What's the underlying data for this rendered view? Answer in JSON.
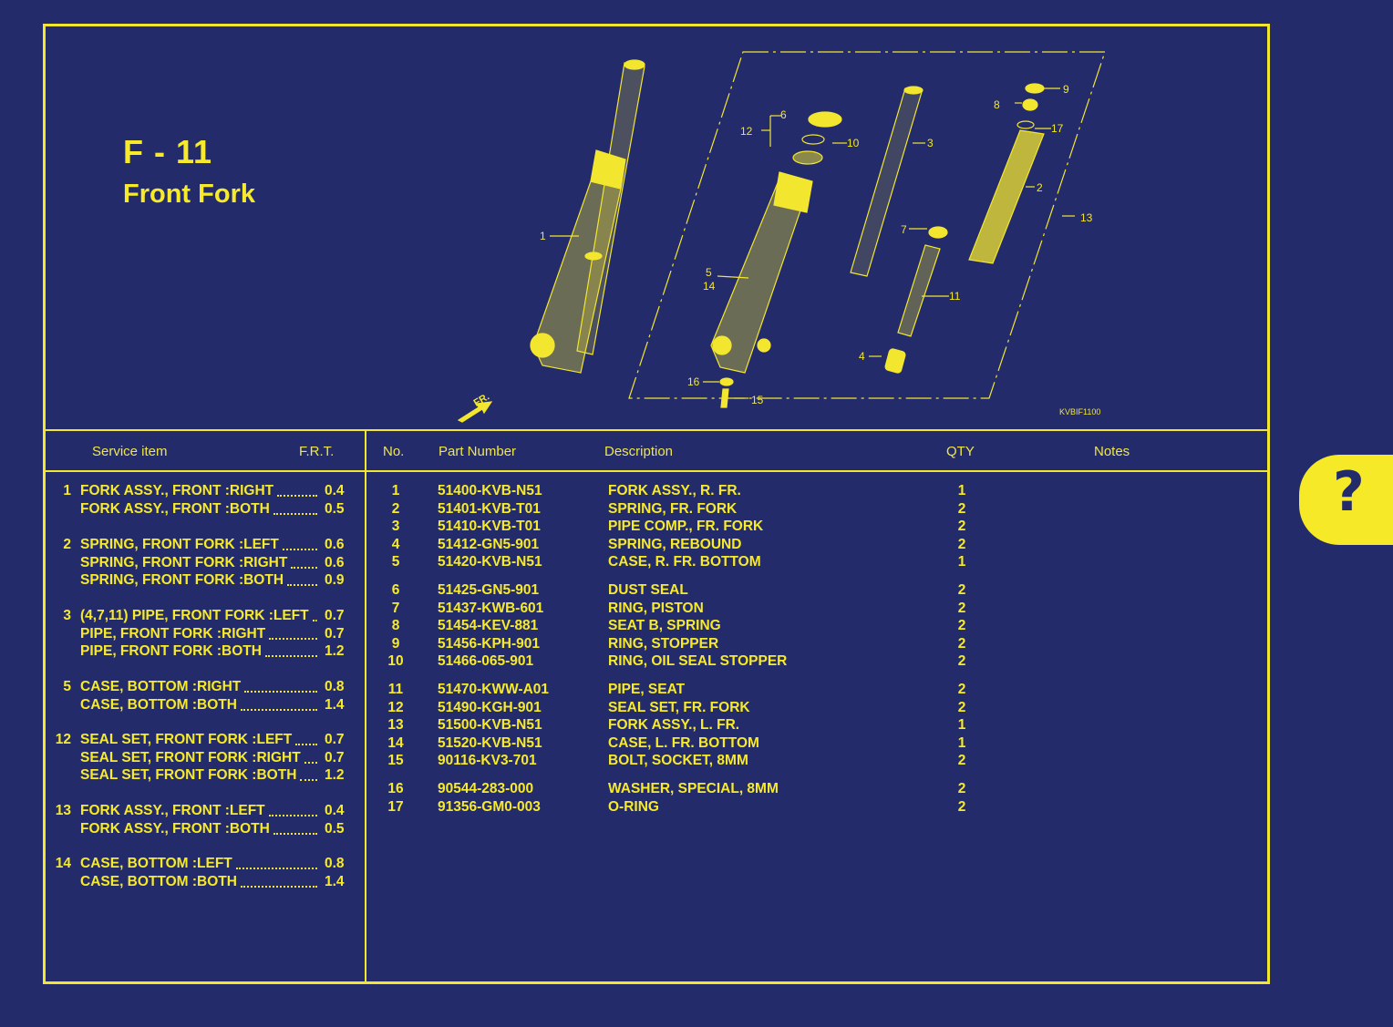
{
  "page": {
    "code": "F - 11",
    "title": "Front Fork",
    "diagram_ref": "KVBIF1100",
    "fr_label": "FR."
  },
  "diagram_callouts": [
    "1",
    "2",
    "3",
    "4",
    "5",
    "6",
    "7",
    "8",
    "9",
    "10",
    "11",
    "12",
    "13",
    "14",
    "15",
    "16",
    "17"
  ],
  "service_headers": {
    "item": "Service item",
    "frt": "F.R.T."
  },
  "service_groups": [
    {
      "num": "1",
      "lines": [
        {
          "name": "FORK ASSY., FRONT :RIGHT",
          "frt": "0.4"
        },
        {
          "name": "FORK ASSY., FRONT :BOTH",
          "frt": "0.5"
        }
      ]
    },
    {
      "num": "2",
      "lines": [
        {
          "name": "SPRING, FRONT FORK :LEFT",
          "frt": "0.6"
        },
        {
          "name": "SPRING, FRONT FORK :RIGHT",
          "frt": "0.6"
        },
        {
          "name": "SPRING, FRONT FORK :BOTH",
          "frt": "0.9"
        }
      ]
    },
    {
      "num": "3",
      "lines": [
        {
          "name": "(4,7,11) PIPE, FRONT FORK :LEFT",
          "frt": "0.7"
        },
        {
          "name": "PIPE, FRONT FORK :RIGHT",
          "frt": "0.7"
        },
        {
          "name": "PIPE, FRONT FORK :BOTH",
          "frt": "1.2"
        }
      ]
    },
    {
      "num": "5",
      "lines": [
        {
          "name": "CASE, BOTTOM :RIGHT",
          "frt": "0.8"
        },
        {
          "name": "CASE, BOTTOM :BOTH",
          "frt": "1.4"
        }
      ]
    },
    {
      "num": "12",
      "lines": [
        {
          "name": "SEAL SET, FRONT FORK :LEFT",
          "frt": "0.7"
        },
        {
          "name": "SEAL SET, FRONT FORK :RIGHT",
          "frt": "0.7"
        },
        {
          "name": "SEAL SET, FRONT FORK :BOTH",
          "frt": "1.2"
        }
      ]
    },
    {
      "num": "13",
      "lines": [
        {
          "name": "FORK ASSY., FRONT :LEFT",
          "frt": "0.4"
        },
        {
          "name": "FORK ASSY., FRONT :BOTH",
          "frt": "0.5"
        }
      ]
    },
    {
      "num": "14",
      "lines": [
        {
          "name": "CASE, BOTTOM :LEFT",
          "frt": "0.8"
        },
        {
          "name": "CASE, BOTTOM :BOTH",
          "frt": "1.4"
        }
      ]
    }
  ],
  "parts_headers": {
    "no": "No.",
    "part_number": "Part Number",
    "description": "Description",
    "qty": "QTY",
    "notes": "Notes"
  },
  "parts_groups": [
    [
      {
        "no": "1",
        "pn": "51400-KVB-N51",
        "desc": "FORK ASSY., R. FR.",
        "qty": "1"
      },
      {
        "no": "2",
        "pn": "51401-KVB-T01",
        "desc": "SPRING, FR. FORK",
        "qty": "2"
      },
      {
        "no": "3",
        "pn": "51410-KVB-T01",
        "desc": "PIPE COMP., FR. FORK",
        "qty": "2"
      },
      {
        "no": "4",
        "pn": "51412-GN5-901",
        "desc": "SPRING, REBOUND",
        "qty": "2"
      },
      {
        "no": "5",
        "pn": "51420-KVB-N51",
        "desc": "CASE, R. FR. BOTTOM",
        "qty": "1"
      }
    ],
    [
      {
        "no": "6",
        "pn": "51425-GN5-901",
        "desc": "DUST SEAL",
        "qty": "2"
      },
      {
        "no": "7",
        "pn": "51437-KWB-601",
        "desc": "RING, PISTON",
        "qty": "2"
      },
      {
        "no": "8",
        "pn": "51454-KEV-881",
        "desc": "SEAT B, SPRING",
        "qty": "2"
      },
      {
        "no": "9",
        "pn": "51456-KPH-901",
        "desc": "RING, STOPPER",
        "qty": "2"
      },
      {
        "no": "10",
        "pn": "51466-065-901",
        "desc": "RING, OIL SEAL STOPPER",
        "qty": "2"
      }
    ],
    [
      {
        "no": "11",
        "pn": "51470-KWW-A01",
        "desc": "PIPE, SEAT",
        "qty": "2"
      },
      {
        "no": "12",
        "pn": "51490-KGH-901",
        "desc": "SEAL SET, FR. FORK",
        "qty": "2"
      },
      {
        "no": "13",
        "pn": "51500-KVB-N51",
        "desc": "FORK ASSY., L. FR.",
        "qty": "1"
      },
      {
        "no": "14",
        "pn": "51520-KVB-N51",
        "desc": "CASE, L. FR. BOTTOM",
        "qty": "1"
      },
      {
        "no": "15",
        "pn": "90116-KV3-701",
        "desc": "BOLT, SOCKET, 8MM",
        "qty": "2"
      }
    ],
    [
      {
        "no": "16",
        "pn": "90544-283-000",
        "desc": "WASHER, SPECIAL, 8MM",
        "qty": "2"
      },
      {
        "no": "17",
        "pn": "91356-GM0-003",
        "desc": "O-RING",
        "qty": "2"
      }
    ]
  ],
  "help_button": {
    "label": "?",
    "icon": "help-question-icon"
  },
  "colors": {
    "background": "#232b6b",
    "accent": "#f3e62e"
  }
}
